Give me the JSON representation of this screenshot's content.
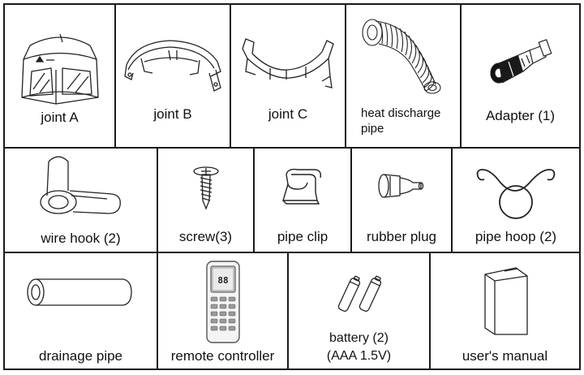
{
  "items": {
    "joint_a": "joint A",
    "joint_b": "joint B",
    "joint_c": "joint C",
    "heat_pipe": "heat discharge pipe",
    "adapter": "Adapter (1)",
    "wire_hook": "wire hook (2)",
    "screw": "screw(3)",
    "pipe_clip": "pipe clip",
    "rubber_plug": "rubber plug",
    "pipe_hoop": "pipe hoop (2)",
    "drainage_pipe": "drainage pipe",
    "remote": "remote controller",
    "battery_line1": "battery (2)",
    "battery_line2": "(AAA 1.5V)",
    "manual": "user's manual"
  },
  "remote_display": "88"
}
